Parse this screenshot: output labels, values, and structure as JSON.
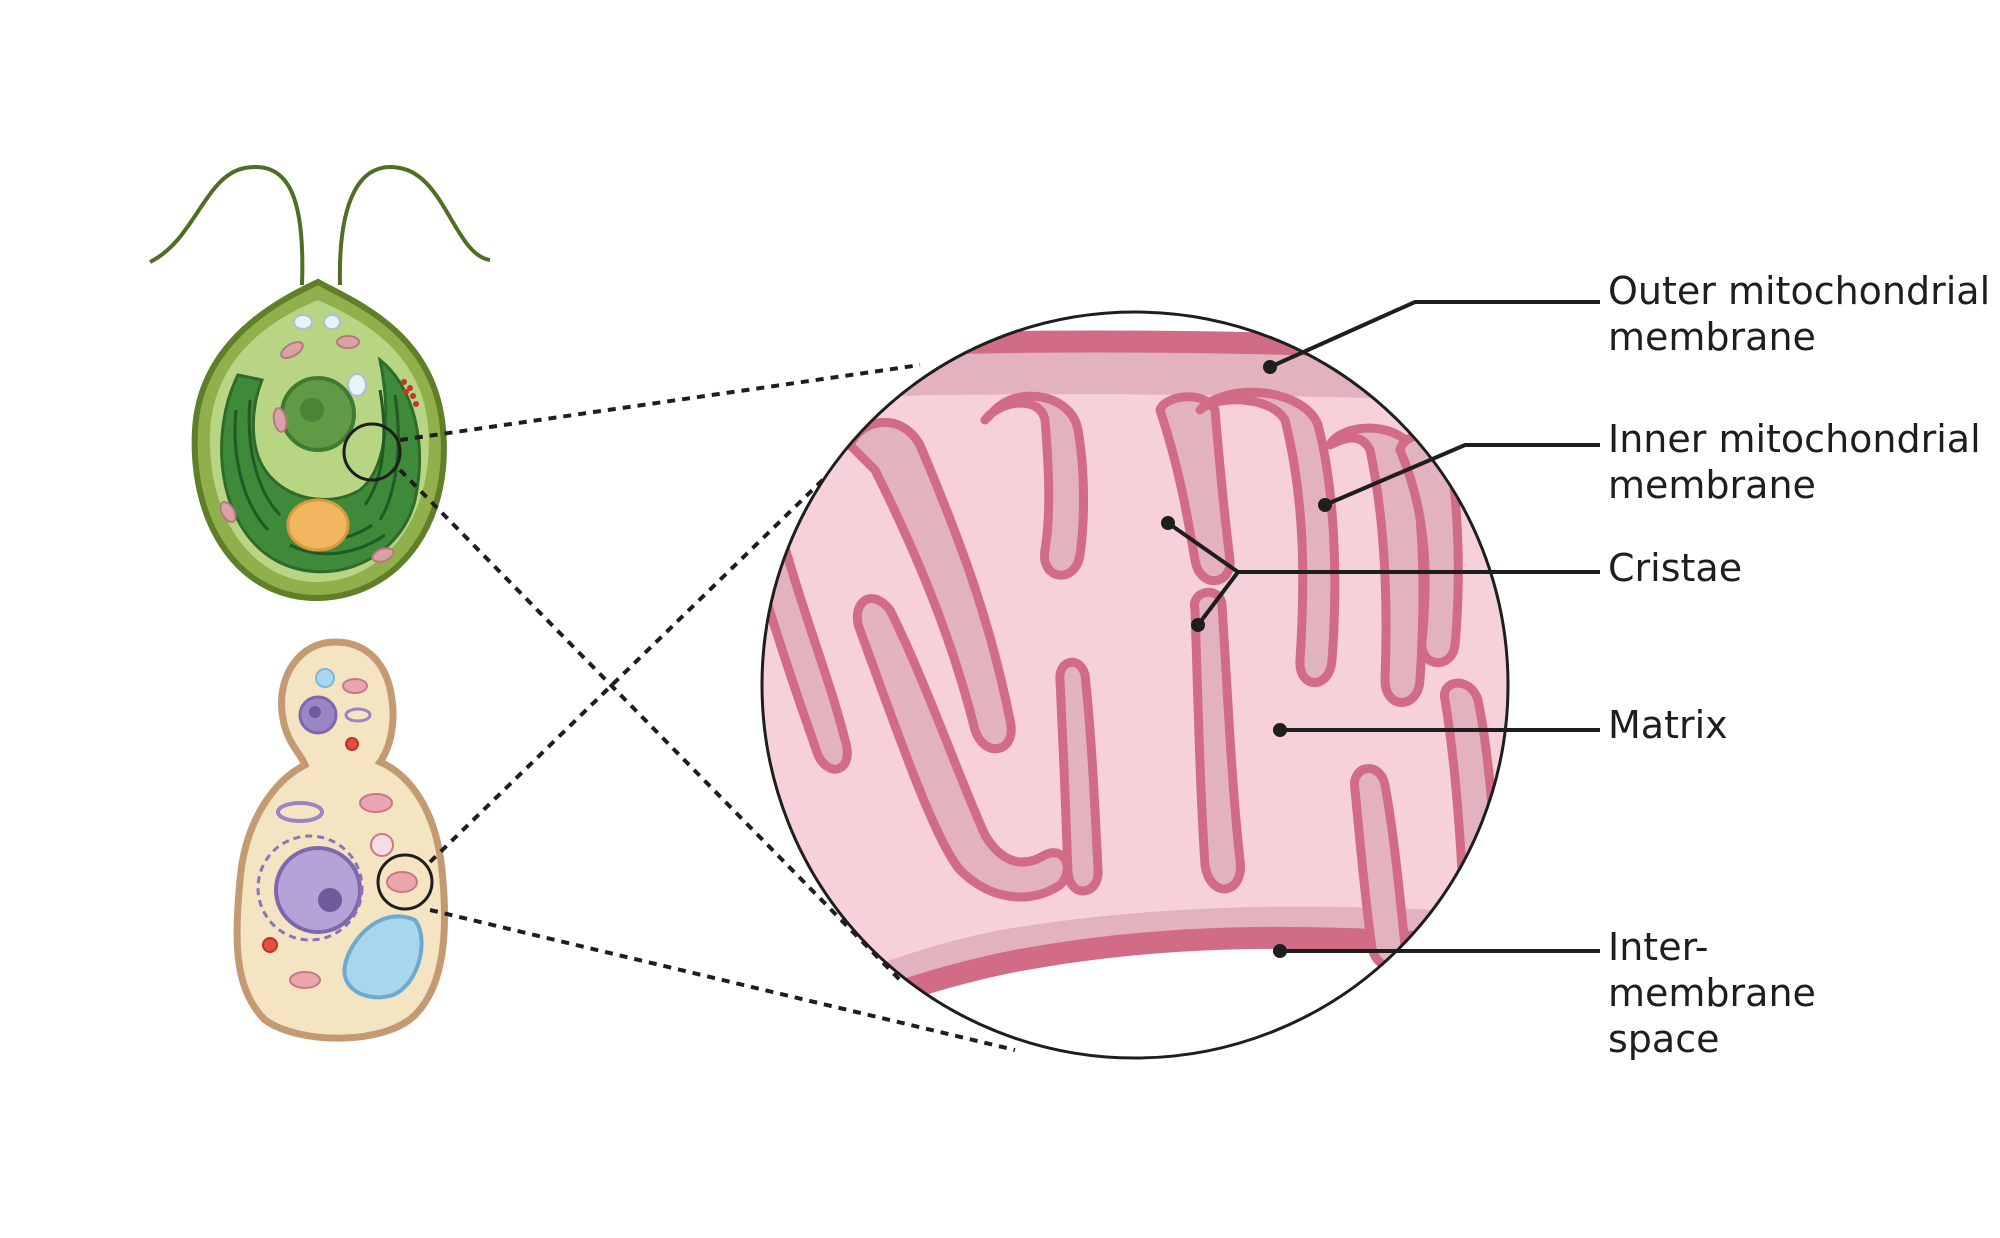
{
  "labels": {
    "outer_membrane": [
      "Outer mitochondrial",
      "membrane"
    ],
    "inner_membrane": [
      "Inner mitochondrial",
      "membrane"
    ],
    "cristae": "Cristae",
    "matrix": "Matrix",
    "intermembrane_space": [
      "Inter-",
      "membrane",
      "space"
    ]
  },
  "colors": {
    "outer_membrane": "#d26c86",
    "intermembrane": "#e2b3bf",
    "matrix": "#f7d1d9",
    "crista_fill": "#e2b3bf",
    "algae_wall": "#7a9a3a",
    "algae_cytoplasm": "#b6d37f",
    "chloroplast": "#3f8a3a",
    "yeast_wall": "#c9a47a",
    "yeast_cytoplasm": "#f6e6c4",
    "nucleus": "#9a86c4",
    "vacuole": "#a9d6ef",
    "leader_line": "#1e1e1e"
  }
}
